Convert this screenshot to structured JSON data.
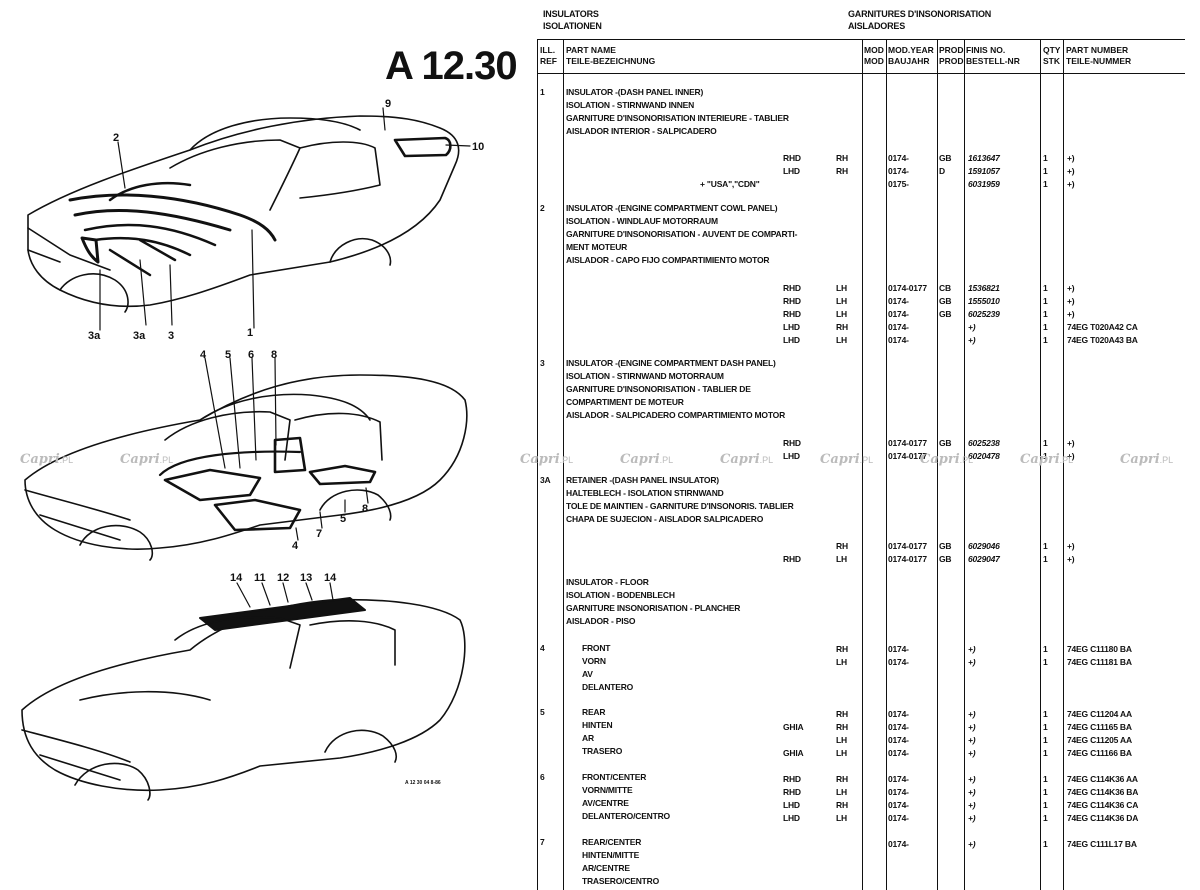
{
  "header": {
    "title_en": "INSULATORS",
    "title_de": "ISOLATIONEN",
    "title_fr": "GARNITURES D'INSONORISATION",
    "title_es": "AISLADORES",
    "page_code": "A 12.30"
  },
  "columns": {
    "ill_ref": "ILL.\nREF",
    "part_name": "PART NAME\nTEILE-BEZEICHNUNG",
    "mod": "MOD\nMOD",
    "mod_year": "MOD.YEAR\nBAUJAHR",
    "prod": "PROD\nPROD",
    "finis_no": "FINIS NO.\nBESTELL-NR",
    "qty": "QTY\nSTK",
    "part_number": "PART NUMBER\nTEILE-NUMMER"
  },
  "diagram": {
    "callouts": [
      "1",
      "2",
      "3",
      "3a",
      "3a",
      "4",
      "5",
      "6",
      "7",
      "8",
      "9",
      "10",
      "11",
      "12",
      "13",
      "14",
      "14"
    ],
    "figure_ref": "A 12 30 04\n8-86"
  },
  "watermark": {
    "brand": "Capri",
    "suffix": ".PL"
  },
  "sections": [
    {
      "ref": "1",
      "names": [
        "INSULATOR -(DASH PANEL INNER)",
        "ISOLATION - STIRNWAND INNEN",
        "GARNITURE D'INSONORISATION INTERIEURE - TABLIER",
        "AISLADOR INTERIOR - SALPICADERO"
      ]
    },
    {
      "ref": "2",
      "names": [
        "INSULATOR -(ENGINE COMPARTMENT COWL PANEL)",
        "ISOLATION - WINDLAUF MOTORRAUM",
        "GARNITURE D'INSONORISATION - AUVENT DE COMPARTI-",
        "MENT MOTEUR",
        "AISLADOR - CAPO FIJO COMPARTIMIENTO MOTOR"
      ]
    },
    {
      "ref": "3",
      "names": [
        "INSULATOR -(ENGINE COMPARTMENT DASH PANEL)",
        "ISOLATION - STIRNWAND MOTORRAUM",
        "GARNITURE D'INSONORISATION - TABLIER DE",
        "COMPARTIMENT DE MOTEUR",
        "AISLADOR - SALPICADERO COMPARTIMIENTO MOTOR"
      ]
    },
    {
      "ref": "3A",
      "names": [
        "RETAINER -(DASH PANEL INSULATOR)",
        "HALTEBLECH - ISOLATION STIRNWAND",
        "TOLE DE MAINTIEN - GARNITURE D'INSONORIS. TABLIER",
        "CHAPA DE SUJECION - AISLADOR SALPICADERO"
      ]
    },
    {
      "ref": "",
      "names": [
        "INSULATOR - FLOOR",
        "ISOLATION - BODENBLECH",
        "GARNITURE INSONORISATION - PLANCHER",
        "AISLADOR - PISO"
      ]
    },
    {
      "ref": "4",
      "names": [
        "FRONT",
        "VORN",
        "AV",
        "DELANTERO"
      ]
    },
    {
      "ref": "5",
      "names": [
        "REAR",
        "HINTEN",
        "AR",
        "TRASERO"
      ]
    },
    {
      "ref": "6",
      "names": [
        "FRONT/CENTER",
        "VORN/MITTE",
        "AV/CENTRE",
        "DELANTERO/CENTRO"
      ]
    },
    {
      "ref": "7",
      "names": [
        "REAR/CENTER",
        "HINTEN/MITTE",
        "AR/CENTRE",
        "TRASERO/CENTRO"
      ]
    }
  ],
  "rows": [
    {
      "note": "",
      "mod": "RHD",
      "side": "RH",
      "year": "0174-",
      "prod": "GB",
      "finis": "1613647",
      "qty": "1",
      "part": "+)"
    },
    {
      "note": "",
      "mod": "LHD",
      "side": "RH",
      "year": "0174-",
      "prod": "D",
      "finis": "1591057",
      "qty": "1",
      "part": "+)"
    },
    {
      "note": "+ \"USA\",\"CDN\"",
      "mod": "",
      "side": "",
      "year": "0175-",
      "prod": "",
      "finis": "6031959",
      "qty": "1",
      "part": "+)"
    },
    {
      "note": "",
      "mod": "RHD",
      "side": "LH",
      "year": "0174-0177",
      "prod": "CB",
      "finis": "1536821",
      "qty": "1",
      "part": "+)"
    },
    {
      "note": "",
      "mod": "RHD",
      "side": "LH",
      "year": "0174-",
      "prod": "GB",
      "finis": "1555010",
      "qty": "1",
      "part": "+)"
    },
    {
      "note": "",
      "mod": "RHD",
      "side": "LH",
      "year": "0174-",
      "prod": "GB",
      "finis": "6025239",
      "qty": "1",
      "part": "+)"
    },
    {
      "note": "",
      "mod": "LHD",
      "side": "RH",
      "year": "0174-",
      "prod": "",
      "finis": "+)",
      "qty": "1",
      "part": "74EG T020A42 CA"
    },
    {
      "note": "",
      "mod": "LHD",
      "side": "LH",
      "year": "0174-",
      "prod": "",
      "finis": "+)",
      "qty": "1",
      "part": "74EG T020A43 BA"
    },
    {
      "note": "",
      "mod": "RHD",
      "side": "",
      "year": "0174-0177",
      "prod": "GB",
      "finis": "6025238",
      "qty": "1",
      "part": "+)"
    },
    {
      "note": "",
      "mod": "LHD",
      "side": "",
      "year": "0174-0177",
      "prod": "",
      "finis": "6020478",
      "qty": "1",
      "part": "+)"
    },
    {
      "note": "",
      "mod": "",
      "side": "RH",
      "year": "0174-0177",
      "prod": "GB",
      "finis": "6029046",
      "qty": "1",
      "part": "+)"
    },
    {
      "note": "",
      "mod": "RHD",
      "side": "LH",
      "year": "0174-0177",
      "prod": "GB",
      "finis": "6029047",
      "qty": "1",
      "part": "+)"
    },
    {
      "note": "",
      "mod": "",
      "side": "RH",
      "year": "0174-",
      "prod": "",
      "finis": "+)",
      "qty": "1",
      "part": "74EG C11180 BA"
    },
    {
      "note": "",
      "mod": "",
      "side": "LH",
      "year": "0174-",
      "prod": "",
      "finis": "+)",
      "qty": "1",
      "part": "74EG C11181 BA"
    },
    {
      "note": "",
      "mod": "",
      "side": "RH",
      "year": "0174-",
      "prod": "",
      "finis": "+)",
      "qty": "1",
      "part": "74EG C11204 AA"
    },
    {
      "note": "",
      "mod": "GHIA",
      "side": "RH",
      "year": "0174-",
      "prod": "",
      "finis": "+)",
      "qty": "1",
      "part": "74EG C11165 BA"
    },
    {
      "note": "",
      "mod": "",
      "side": "LH",
      "year": "0174-",
      "prod": "",
      "finis": "+)",
      "qty": "1",
      "part": "74EG C11205 AA"
    },
    {
      "note": "",
      "mod": "GHIA",
      "side": "LH",
      "year": "0174-",
      "prod": "",
      "finis": "+)",
      "qty": "1",
      "part": "74EG C11166 BA"
    },
    {
      "note": "",
      "mod": "RHD",
      "side": "RH",
      "year": "0174-",
      "prod": "",
      "finis": "+)",
      "qty": "1",
      "part": "74EG C114K36 AA"
    },
    {
      "note": "",
      "mod": "RHD",
      "side": "LH",
      "year": "0174-",
      "prod": "",
      "finis": "+)",
      "qty": "1",
      "part": "74EG C114K36 BA"
    },
    {
      "note": "",
      "mod": "LHD",
      "side": "RH",
      "year": "0174-",
      "prod": "",
      "finis": "+)",
      "qty": "1",
      "part": "74EG C114K36 CA"
    },
    {
      "note": "",
      "mod": "LHD",
      "side": "LH",
      "year": "0174-",
      "prod": "",
      "finis": "+)",
      "qty": "1",
      "part": "74EG C114K36 DA"
    },
    {
      "note": "",
      "mod": "",
      "side": "",
      "year": "0174-",
      "prod": "",
      "finis": "+)",
      "qty": "1",
      "part": "74EG C111L17 BA"
    }
  ]
}
